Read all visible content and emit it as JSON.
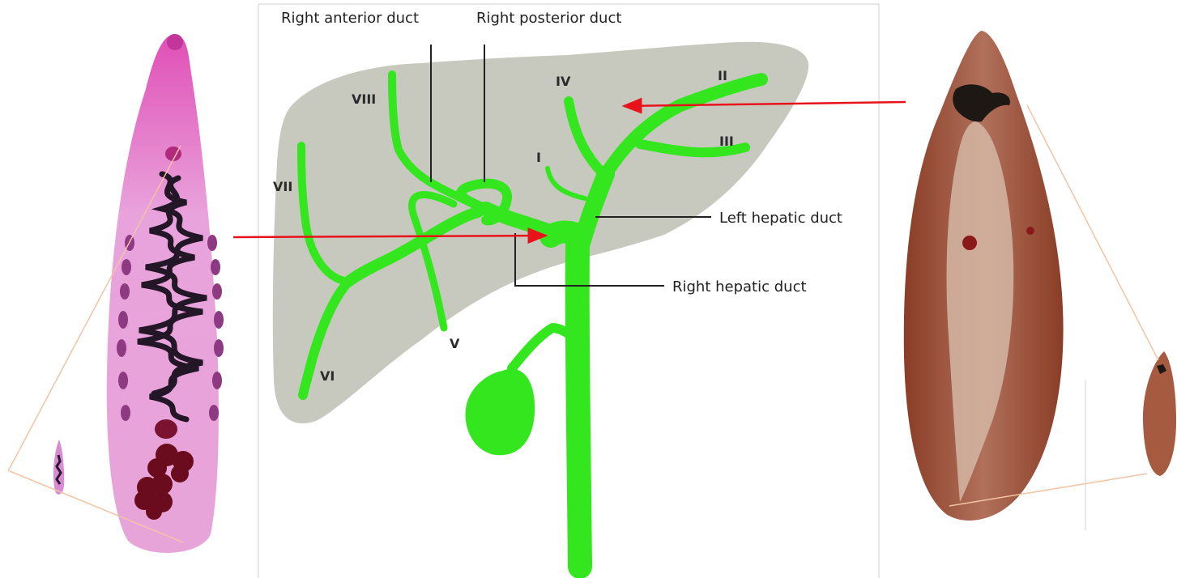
{
  "diagram": {
    "labels": {
      "right_anterior_duct": "Right anterior duct",
      "right_posterior_duct": "Right posterior duct",
      "left_hepatic_duct": "Left hepatic duct",
      "right_hepatic_duct": "Right hepatic duct"
    },
    "segments": {
      "I": "I",
      "II": "II",
      "III": "III",
      "IV": "IV",
      "V": "V",
      "VI": "VI",
      "VII": "VII",
      "VIII": "VIII"
    }
  },
  "colors": {
    "liver": "#c7c9be",
    "duct": "#33e61e",
    "arrow": "#e8131a",
    "callout_line": "#222222",
    "zoom_line": "#f2c4a3",
    "clonorchis_body": "#d98ad0",
    "clonorchis_organs": "#2a1a30",
    "fasciola_body": "#9a4a30"
  }
}
